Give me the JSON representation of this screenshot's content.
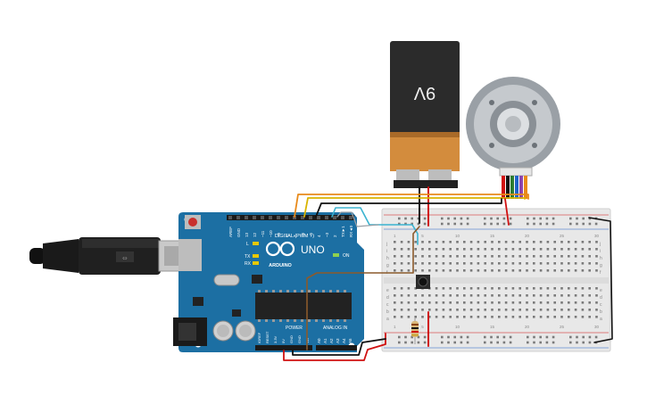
{
  "battery": {
    "label": "9V"
  },
  "arduino": {
    "brand": "ARDUINO",
    "model": "UNO",
    "digital_label": "DIGITAL (PWM ~)",
    "analog_label": "ANALOG IN",
    "power_label": "POWER",
    "on_label": "ON",
    "led_labels": [
      "L",
      "TX",
      "RX"
    ],
    "digital_pins": [
      "AREF",
      "GND",
      "13",
      "12",
      "~11",
      "~10",
      "~9",
      "8",
      "7",
      "~6",
      "~5",
      "4",
      "~3",
      "2",
      "TX►1",
      "RX◄0"
    ],
    "power_pins": [
      "IOREF",
      "RESET",
      "3.3V",
      "5V",
      "GND",
      "GND",
      "Vin"
    ],
    "analog_pins": [
      "A0",
      "A1",
      "A2",
      "A3",
      "A4",
      "A5"
    ]
  },
  "breadboard": {
    "row_letters_top": [
      "j",
      "i",
      "h",
      "g",
      "f"
    ],
    "row_letters_bottom": [
      "e",
      "d",
      "c",
      "b",
      "a"
    ],
    "column_numbers": [
      "1",
      "",
      "",
      "",
      "5",
      "",
      "",
      "",
      "",
      "10",
      "",
      "",
      "",
      "",
      "15",
      "",
      "",
      "",
      "",
      "20",
      "",
      "",
      "",
      "",
      "25",
      "",
      "",
      "",
      "",
      "30"
    ]
  },
  "colors": {
    "arduino_blue": "#1c6fa3",
    "battery_body": "#2b2b2b",
    "battery_copper": "#d38c3d",
    "breadboard": "#e8e8e8",
    "wire_orange": "#e88a1a",
    "wire_yellow": "#d9b400",
    "wire_cyan": "#3bb3d0",
    "wire_brown": "#8b5a2b",
    "wire_red": "#d01010",
    "wire_black": "#111111"
  }
}
